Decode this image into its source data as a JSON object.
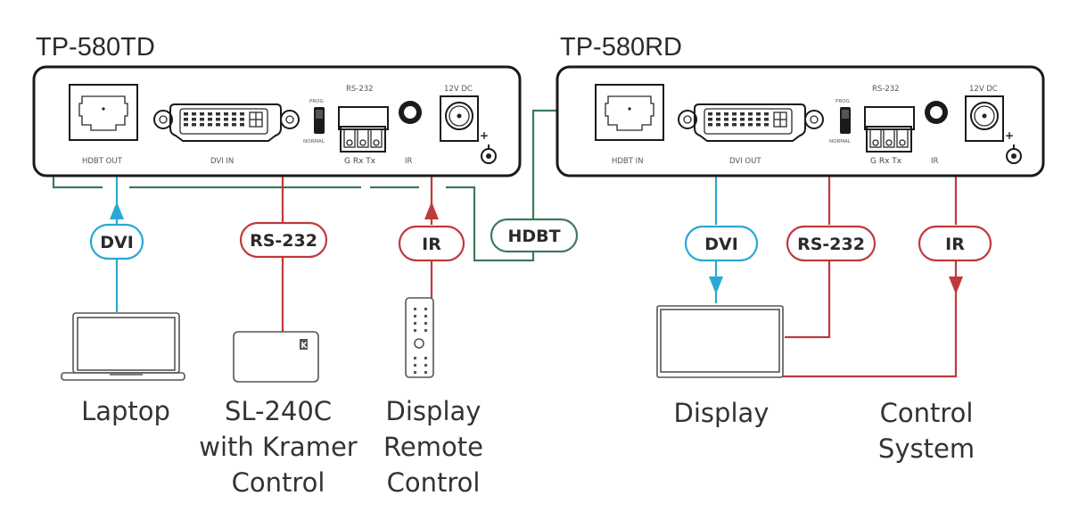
{
  "devices": {
    "transmitter": {
      "title": "TP-580TD",
      "ports": {
        "hdbt": "HDBT OUT",
        "dvi": "DVI IN",
        "rs232": "RS-232",
        "prog": "PROG",
        "normal": "NORMAL",
        "pins": "G  Rx  Tx",
        "ir": "IR",
        "power": "12V DC"
      }
    },
    "receiver": {
      "title": "TP-580RD",
      "ports": {
        "hdbt": "HDBT IN",
        "dvi": "DVI OUT",
        "rs232": "RS-232",
        "prog": "PROG",
        "normal": "NORMAL",
        "pins": "G  Rx  Tx",
        "ir": "IR",
        "power": "12V DC"
      }
    }
  },
  "connections": {
    "tx_dvi": "DVI",
    "tx_rs232": "RS-232",
    "tx_ir": "IR",
    "hdbt": "HDBT",
    "rx_dvi": "DVI",
    "rx_rs232": "RS-232",
    "rx_ir": "IR"
  },
  "wire_colors": {
    "dvi": "#2aa8d4",
    "control": "#c0393b",
    "hdbt": "#3e7a5a"
  },
  "endpoints": {
    "laptop": [
      "Laptop"
    ],
    "sl240c": [
      "SL-240C",
      "with Kramer",
      "Control"
    ],
    "remote": [
      "Display",
      "Remote",
      "Control"
    ],
    "display": [
      "Display"
    ],
    "control_system": [
      "Control",
      "System"
    ]
  },
  "icons": {
    "laptop": "laptop-icon",
    "sl240c": "control-panel-icon",
    "remote": "remote-control-icon",
    "display": "display-icon"
  }
}
